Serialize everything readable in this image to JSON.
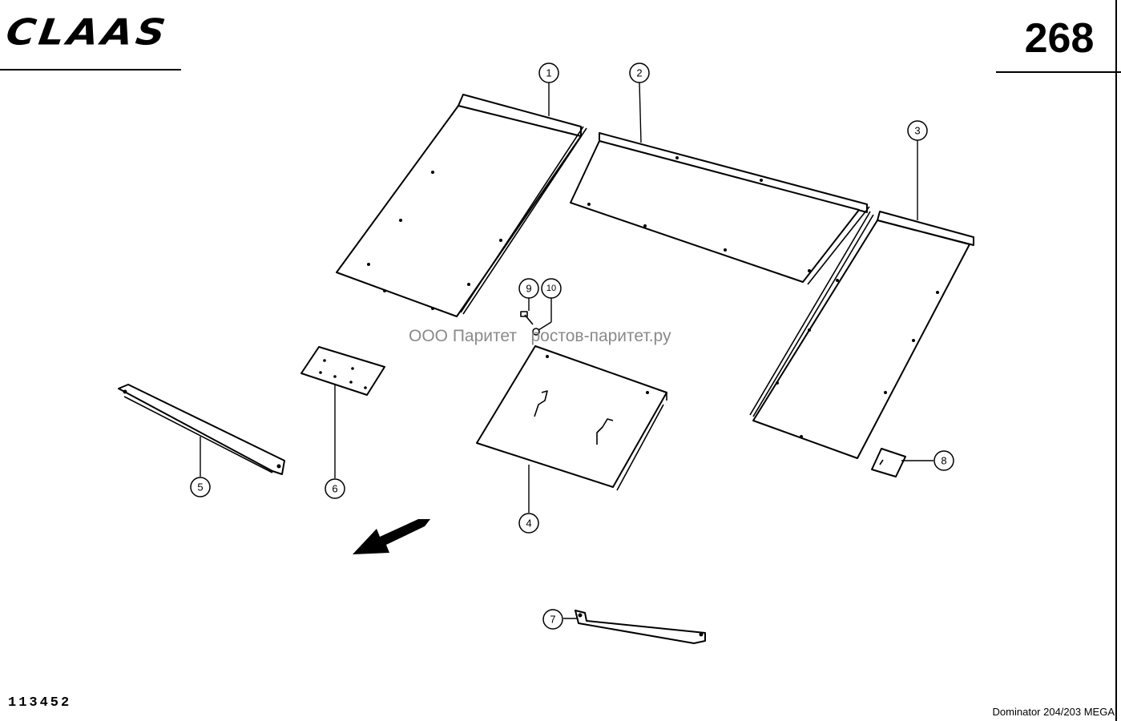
{
  "header": {
    "brand_logo": "CLAAS",
    "page_number": "268"
  },
  "footer": {
    "drawing_number": "113452",
    "model": "Dominator 204/203 MEGA"
  },
  "watermark": {
    "text": "ООО Паритет   ростов-паритет.ру"
  },
  "callouts": [
    "1",
    "2",
    "3",
    "4",
    "5",
    "6",
    "7",
    "8",
    "9",
    "10"
  ]
}
